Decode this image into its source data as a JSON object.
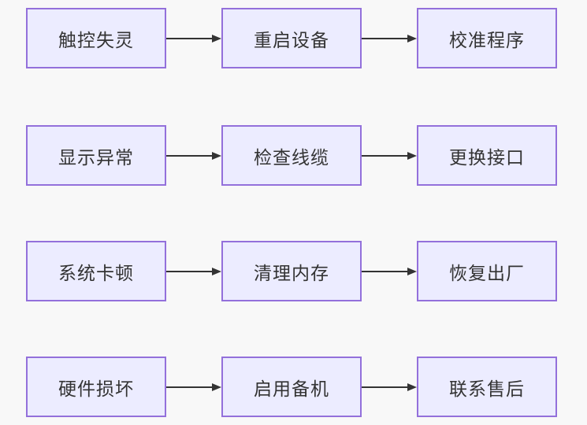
{
  "diagram": {
    "type": "flowchart",
    "direction": "left-to-right",
    "colors": {
      "canvas_bg": "#f8f8f8",
      "node_fill": "#ECECFF",
      "node_border": "#9370DB",
      "text": "#333333",
      "arrow": "#333333"
    },
    "rows": [
      {
        "steps": [
          "触控失灵",
          "重启设备",
          "校准程序"
        ]
      },
      {
        "steps": [
          "显示异常",
          "检查线缆",
          "更换接口"
        ]
      },
      {
        "steps": [
          "系统卡顿",
          "清理内存",
          "恢复出厂"
        ]
      },
      {
        "steps": [
          "硬件损坏",
          "启用备机",
          "联系售后"
        ]
      }
    ]
  }
}
